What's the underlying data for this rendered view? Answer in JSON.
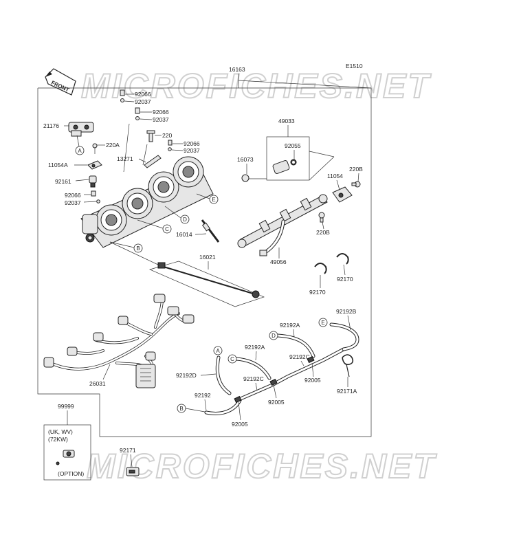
{
  "diagram_code": "E1510",
  "front_label": "FRONT",
  "watermark_top": "MICROFICHES.NET",
  "watermark_bottom": "MICROFICHES.NET",
  "parts": {
    "p16163": "16163",
    "p92066_1": "92066",
    "p92037_1": "92037",
    "p92066_2": "92066",
    "p92037_2": "92037",
    "p220": "220",
    "p92066_3": "92066",
    "p92037_3": "92037",
    "p21176": "21176",
    "p220A": "220A",
    "p11054A": "11054A",
    "p92161": "92161",
    "p13271": "13271",
    "p92066_4": "92066",
    "p92037_4": "92037",
    "p16014": "16014",
    "p16021": "16021",
    "p49033": "49033",
    "p92055": "92055",
    "p16073": "16073",
    "p11054": "11054",
    "p220B_1": "220B",
    "p220B_2": "220B",
    "p49056": "49056",
    "p92170_1": "92170",
    "p92170_2": "92170",
    "p26031": "26031",
    "p92192B": "92192B",
    "p92192A_1": "92192A",
    "p92192A_2": "92192A",
    "p92192C_1": "92192C",
    "p92192C_2": "92192C",
    "p92192D": "92192D",
    "p92192": "92192",
    "p92005_1": "92005",
    "p92005_2": "92005",
    "p92005_3": "92005",
    "p92171A": "92171A",
    "p99999": "99999",
    "p92171": "92171"
  },
  "callouts": {
    "A": "A",
    "B": "B",
    "C": "C",
    "D": "D",
    "E": "E"
  },
  "option_box": {
    "line1": "(UK, WV)",
    "line2": "(72KW)",
    "line3": "(OPTION)"
  }
}
